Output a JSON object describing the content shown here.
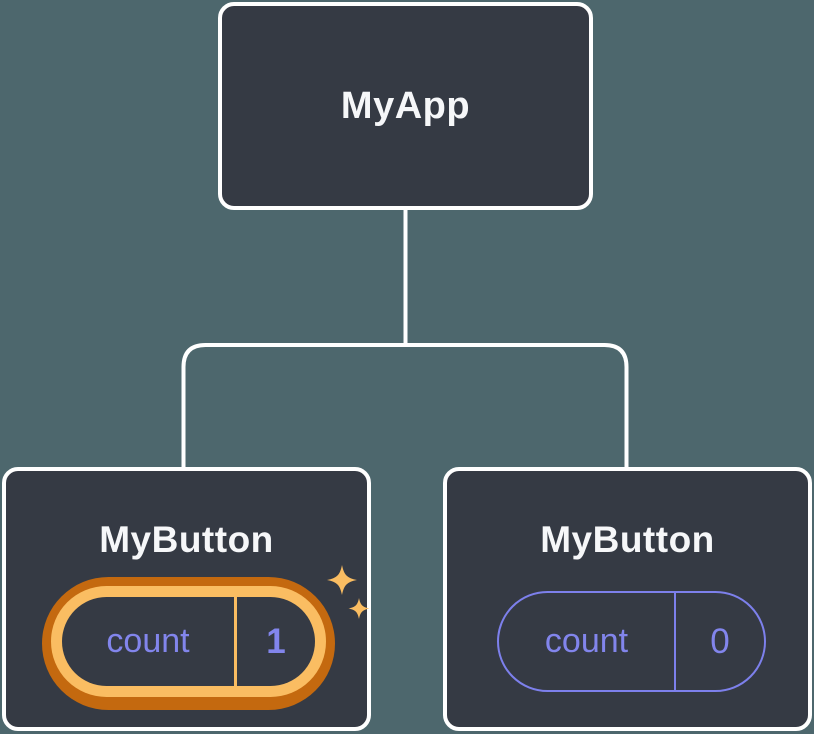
{
  "diagram": {
    "description": "Component tree with state pills",
    "background_color": "#4D676D",
    "card_color": "#353A44",
    "connector_color": "#FFFFFF",
    "root": {
      "label": "MyApp"
    },
    "children": [
      {
        "label": "MyButton",
        "state_key": "count",
        "state_value": "1",
        "highlighted": true
      },
      {
        "label": "MyButton",
        "state_key": "count",
        "state_value": "0",
        "highlighted": false
      }
    ],
    "colors": {
      "highlight_ring_outer": "#C4690F",
      "highlight_ring_inner": "#FABD62",
      "state_text": "#8285EC",
      "plain_pill_border": "#7D80EC",
      "label_text": "#F6F7F9",
      "sparkle": "#FABD62"
    }
  }
}
